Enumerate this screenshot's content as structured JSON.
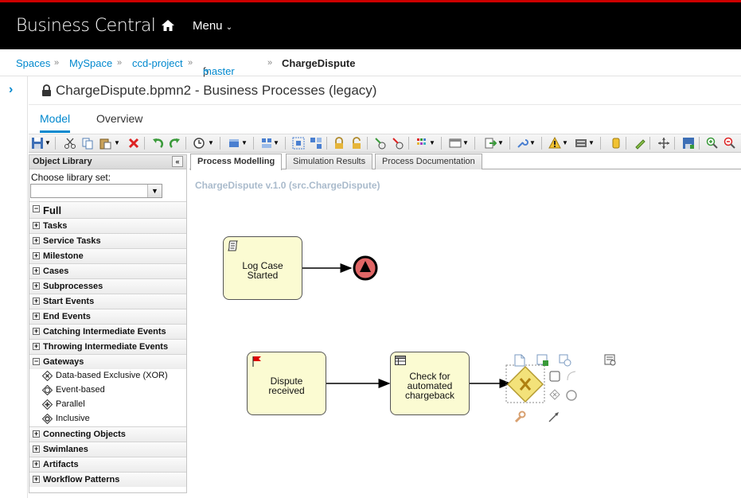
{
  "header": {
    "brand": "Business Central",
    "menu_label": "Menu"
  },
  "breadcrumb": {
    "spaces": "Spaces",
    "myspace": "MySpace",
    "project": "ccd-project",
    "branch": "master",
    "current": "ChargeDispute"
  },
  "editor": {
    "title": "ChargeDispute.bpmn2 - Business Processes (legacy)",
    "tabs": [
      "Model",
      "Overview"
    ]
  },
  "object_library": {
    "header": "Object Library",
    "choose_label": "Choose library set:",
    "selected_set": "",
    "full_label": "Full",
    "categories": {
      "tasks": "Tasks",
      "service_tasks": "Service Tasks",
      "milestone": "Milestone",
      "cases": "Cases",
      "subprocesses": "Subprocesses",
      "start_events": "Start Events",
      "end_events": "End Events",
      "catching": "Catching Intermediate Events",
      "throwing": "Throwing Intermediate Events",
      "gateways": "Gateways",
      "connecting": "Connecting Objects",
      "swimlanes": "Swimlanes",
      "artifacts": "Artifacts",
      "workflow": "Workflow Patterns"
    },
    "gateway_items": [
      "Data-based Exclusive (XOR)",
      "Event-based",
      "Parallel",
      "Inclusive"
    ]
  },
  "canvas": {
    "tabs": [
      "Process Modelling",
      "Simulation Results",
      "Process Documentation"
    ],
    "process_title": "ChargeDispute v.1.0 (src.ChargeDispute)",
    "nodes": {
      "log_case": "Log Case Started",
      "dispute": "Dispute received",
      "check": "Check for automated chargeback"
    }
  },
  "colors": {
    "accent": "#0088ce",
    "task_fill": "#fbfbd2",
    "end_event": "#e06666",
    "gateway": "#f3e27a"
  }
}
